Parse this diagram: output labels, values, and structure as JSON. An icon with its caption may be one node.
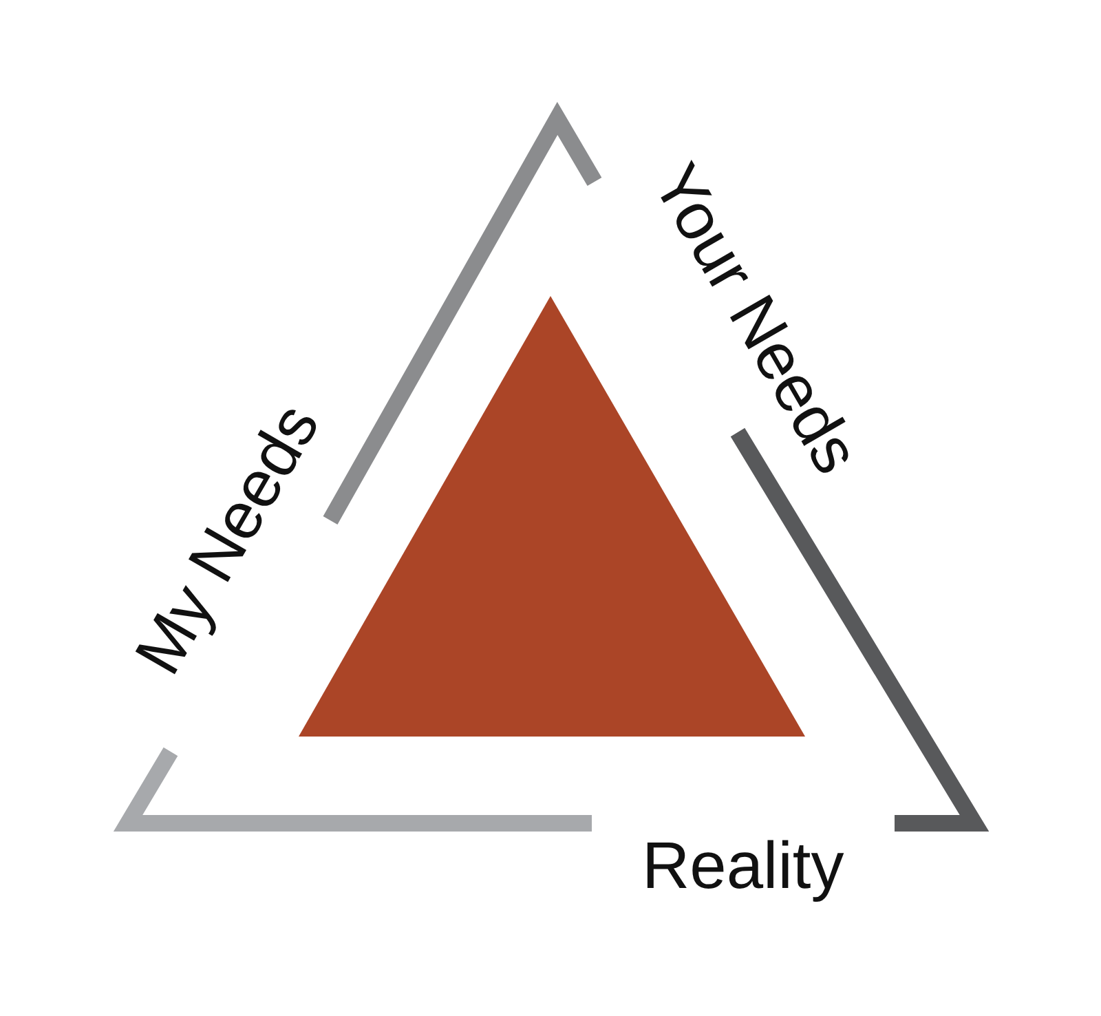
{
  "diagram": {
    "nodes": [
      {
        "text": [],
        "shape": "triangle"
      }
    ],
    "labels": [
      "Your Needs",
      "My Needs",
      "Reality"
    ]
  }
}
